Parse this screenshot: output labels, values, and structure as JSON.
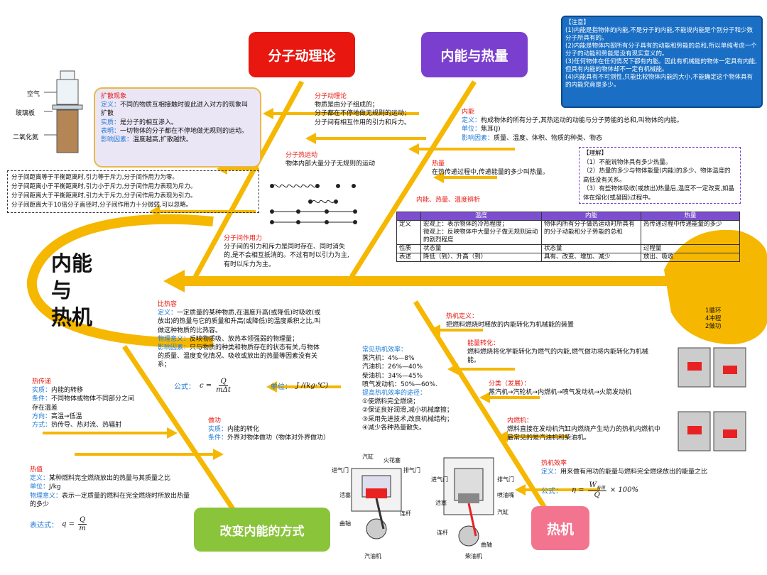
{
  "colors": {
    "spine": "#f5b700",
    "red": "#e8170f",
    "purple": "#7b3fd0",
    "blue": "#1870c8",
    "green": "#8ac43a",
    "pink": "#f2748f"
  },
  "titles": {
    "molecular": "分子动理论",
    "internal_heat": "内能与热量",
    "change": "改变内能的方式",
    "engine": "热机",
    "center": [
      "内能",
      "与",
      "热机"
    ]
  },
  "note": {
    "heading": "【注意】",
    "lines": [
      "(1)内能是指物体的内能,不是分子的内能,不能说内能是个别分子和少数分子所具有的。",
      "(2)内能是物体内部所有分子具有的动能和势能的总和,所以单纯考虑一个分子的动能和势能是没有现实意义的。",
      "(3)任何物体在任何情况下都有内能。因此有机械能的物体一定具有内能,但具有内能的物体却不一定有机械能。",
      "(4)内能具有不可测性,只能比较物体内能的大小,不能确定这个物体具有的内能究竟是多少。"
    ]
  },
  "diffusion": {
    "title": "扩散现象",
    "def_label": "定义：",
    "def": "不同的物质互相接触时彼此进入对方的现象叫扩散",
    "essence_label": "实质：",
    "essence": "是分子的相互渗入。",
    "shows_label": "表明：",
    "shows": "一切物体的分子都在不停地做无规则的运动。",
    "factor_label": "影响因素：",
    "factor": "温度越高,扩散越快。"
  },
  "apparatus": {
    "air": "空气",
    "glass": "玻璃板",
    "no2": "二氧化氮"
  },
  "molecular_theory": {
    "title": "分子动理论",
    "lines": [
      "物质是由分子组成的；",
      "分子都在不停地做无规则的运动；",
      "分子间有相互作用的引力和斥力。"
    ]
  },
  "thermal_motion": {
    "title": "分子热运动",
    "text": "物体内部大量分子无规则的运动"
  },
  "distance_box": [
    "分子间距离等于平衡距离时,引力等于斥力,分子间作用力为零。",
    "分子间距离小于平衡距离时,引力小于斥力,分子间作用力表现为斥力。",
    "分子间距离大于平衡距离时,引力大于斥力,分子间作用力表现为引力。",
    "分子间距离大于10倍分子直径时,分子间作用力十分微弱,可以忽略。"
  ],
  "force": {
    "title": "分子间作用力",
    "text": "分子间的引力和斥力是同时存在、同时消失的,是不会相互抵消的。不过有时以引力为主,有时以斥力为主。"
  },
  "internal_energy": {
    "title": "内能",
    "def_label": "定义：",
    "def": "构成物体的所有分子,其热运动的动能与分子势能的总和,叫物体的内能。",
    "unit_label": "单位：",
    "unit": "焦耳(J)",
    "factor_label": "影响因素：",
    "factor": "质量、温度、体积、物质的种类、物态"
  },
  "understand": {
    "title": "【理解】",
    "lines": [
      "（1）不能说物体具有多少热量。",
      "（2）热量的多少与物体能量(内能)的多少、物体温度的高低没有关系。",
      "（3）有些物体吸收(或放出)热量后,温度不一定改变,如晶体在熔化(或凝固)过程中。"
    ]
  },
  "heat": {
    "title": "热量",
    "text": "在热传递过程中,传递能量的多少叫热量。"
  },
  "discern": {
    "title": "内能、热量、温度辨析"
  },
  "compare_table": {
    "headers": [
      "",
      "温度",
      "内能",
      "热量"
    ],
    "rows": [
      [
        "定义",
        "宏观上：表示物体的冷热程度；\n微观上：反映物体中大量分子做无规则运动的剧烈程度",
        "物体内所有分子做热运动时所具有的分子动能和分子势能的总和",
        "热传递过程中传递能量的多少"
      ],
      [
        "性质",
        "状态量",
        "状态量",
        "过程量"
      ],
      [
        "表述",
        "降低（到）、升高（到）",
        "具有、改变、增加、减少",
        "放出、吸收"
      ]
    ]
  },
  "specific_heat": {
    "title": "比热容",
    "def_label": "定义：",
    "def": "一定质量的某种物质,在温度升高(或降低)时吸收(或放出)的热量与它的质量和升高(或降低)的温度乘积之比,叫做这种物质的比热容。",
    "meaning_label": "物理意义：",
    "meaning": "反映物质吸、放热本领强弱的物理量；",
    "factor_label": "影响因素：",
    "factor": "只与物质的种类和物质存在的状态有关,与物体的质量、温度变化情况、吸收或放出的热量等因素没有关系；",
    "formula_label": "公式：",
    "unit_label": "单位：",
    "unit": "J /(kg·℃)"
  },
  "heat_transfer": {
    "title": "热传递",
    "essence_label": "实质：",
    "essence": "内能的转移",
    "cond_label": "条件：",
    "cond": "不同物体或物体不同部分之间存在温差",
    "dir_label": "方向：",
    "dir": "高温→低温",
    "way_label": "方式：",
    "way": "热传导、热对流、热辐射"
  },
  "work": {
    "title": "做功",
    "essence_label": "实质：",
    "essence": "内能的转化",
    "cond_label": "条件：",
    "cond": "外界对物体做功（物体对外界做功）"
  },
  "calorific": {
    "title": "热值",
    "def_label": "定义：",
    "def": "某种燃料完全燃烧放出的热量与其质量之比",
    "unit_label": "单位：",
    "unit": "J/kg",
    "meaning_label": "物理意义：",
    "meaning": "表示一定质量的燃料在完全燃烧时所放出热量的多少",
    "expr_label": "表达式："
  },
  "efficiency_list": {
    "title": "常见热机效率：",
    "items": [
      "蒸汽机：4%—8%",
      "汽油机：26%—40%",
      "柴油机：34%—45%",
      "喷气发动机：50%—60%."
    ],
    "improve_title": "提高热机效率的途径：",
    "improve": [
      "①使燃料完全燃烧；",
      "②保证良好润滑,减小机械摩擦；",
      "③采用先进技术,改良机械结构；",
      "④减少各种热量散失。"
    ]
  },
  "engine_def": {
    "title": "热机定义：",
    "text": "把燃料燃烧时释放的内能转化为机械能的装置"
  },
  "energy_conv": {
    "title": "能量转化：",
    "text": "燃料燃烧将化学能转化为燃气的内能,燃气做功将内能转化为机械能。"
  },
  "classify": {
    "title": "分类（发展）：",
    "text": "蒸汽机→汽轮机→内燃机→喷气发动机→火箭发动机"
  },
  "ice": {
    "title": "内燃机：",
    "text": "燃料直接在发动机汽缸内燃烧产生动力的热机内燃机中最常见的是汽油机和柴油机。"
  },
  "engine_eff": {
    "title": "热机效率",
    "def_label": "定义：",
    "def": "用来做有用功的能量与燃料完全燃烧放出的能量之比",
    "formula_label": "公式：",
    "useful": "有用"
  },
  "strokes": [
    "1循环",
    "4冲程",
    "2做功"
  ],
  "gas_engine": {
    "name": "汽油机",
    "labels": [
      "汽缸",
      "火花塞",
      "进气门",
      "排气门",
      "活塞",
      "连杆",
      "曲轴"
    ]
  },
  "diesel_engine": {
    "name": "柴油机",
    "labels": [
      "进气门",
      "排气门",
      "喷油嘴",
      "活塞",
      "汽缸",
      "连杆",
      "曲轴"
    ]
  }
}
